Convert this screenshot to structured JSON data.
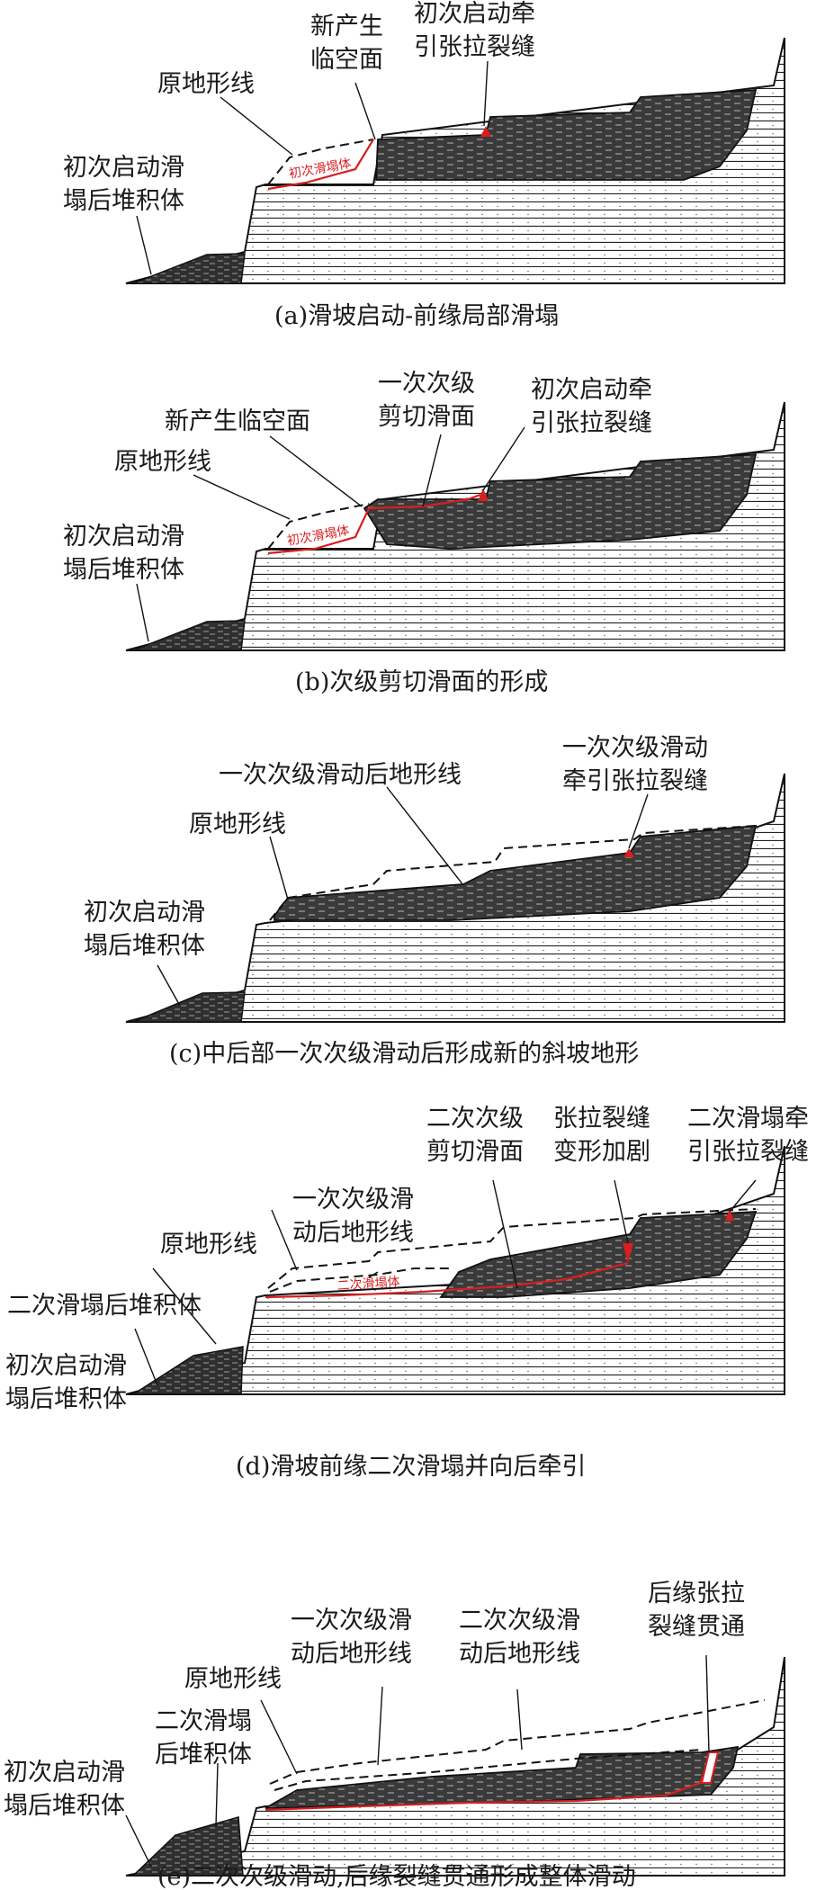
{
  "panels": [
    {
      "id": "a",
      "caption": "(a)滑坡启动-前缘局部滑塌",
      "labels": {
        "original_terrain": "原地形线",
        "new_free_face": [
          "新产生",
          "临空面"
        ],
        "initial_tension_crack": [
          "初次启动牵",
          "引张拉裂缝"
        ],
        "initial_deposit": [
          "初次启动滑",
          "塌后堆积体"
        ],
        "slide_body": "初次滑塌体"
      }
    },
    {
      "id": "b",
      "caption": "(b)次级剪切滑面的形成",
      "labels": {
        "new_free_face": "新产生临空面",
        "secondary_shear": [
          "一次次级",
          "剪切滑面"
        ],
        "initial_tension_crack": [
          "初次启动牵",
          "引张拉裂缝"
        ],
        "original_terrain": "原地形线",
        "initial_deposit": [
          "初次启动滑",
          "塌后堆积体"
        ],
        "slide_body": "初次滑塌体"
      }
    },
    {
      "id": "c",
      "caption": "(c)中后部一次次级滑动后形成新的斜坡地形",
      "labels": {
        "after_first_line": "一次次级滑动后地形线",
        "first_crack": [
          "一次次级滑动",
          "牵引张拉裂缝"
        ],
        "original_terrain": "原地形线",
        "initial_deposit": [
          "初次启动滑",
          "塌后堆积体"
        ]
      }
    },
    {
      "id": "d",
      "caption": "(d)滑坡前缘二次滑塌并向后牵引",
      "labels": {
        "second_shear": [
          "二次次级",
          "剪切滑面"
        ],
        "crack_intensified": [
          "张拉裂缝",
          "变形加剧"
        ],
        "second_crack": [
          "二次滑塌牵",
          "引张拉裂缝"
        ],
        "after_first_line": [
          "一次次级滑",
          "动后地形线"
        ],
        "original_terrain": "原地形线",
        "second_deposit": "二次滑塌后堆积体",
        "initial_deposit": [
          "初次启动滑",
          "塌后堆积体"
        ],
        "slide_body": "二次滑塌体"
      }
    },
    {
      "id": "e",
      "caption": "(e)二次次级滑动,后缘裂缝贯通形成整体滑动",
      "labels": {
        "after_first_line": [
          "一次次级滑",
          "动后地形线"
        ],
        "after_second_line": [
          "二次次级滑",
          "动后地形线"
        ],
        "rear_crack": [
          "后缘张拉",
          "裂缝贯通"
        ],
        "original_terrain": "原地形线",
        "second_deposit": [
          "二次滑塌",
          "后堆积体"
        ],
        "initial_deposit": [
          "初次启动滑",
          "塌后堆积体"
        ]
      }
    }
  ],
  "colors": {
    "line": "#111111",
    "fill_dark": "#3a3a3a",
    "highlight": "#d81e1e"
  }
}
